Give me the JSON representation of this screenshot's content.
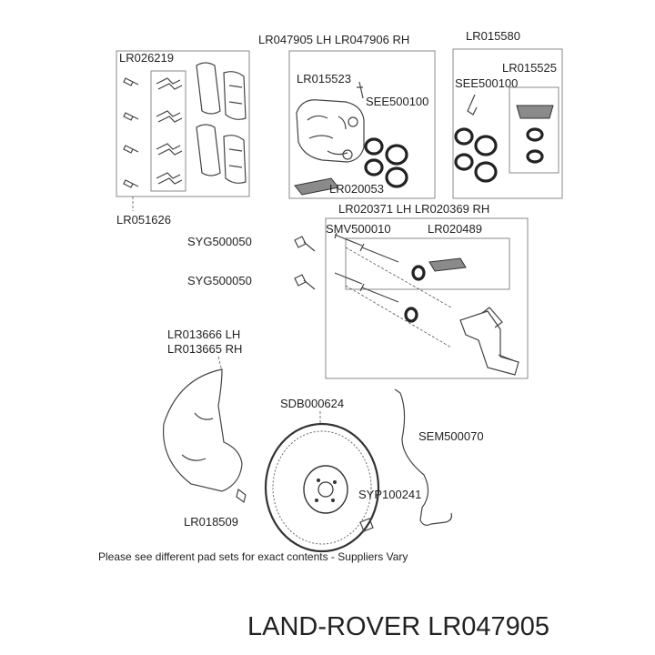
{
  "labels": {
    "pad_set_top": "LR026219",
    "pad_set_bottom": "LR051626",
    "caliper_lh_rh": "LR047905 LH LR047906 RH",
    "bleed_screw": "LR015523",
    "see_500100_a": "SEE500100",
    "pad_lr020053": "LR020053",
    "seal_kit": "LR015580",
    "boot_kit": "LR015525",
    "see_500100_b": "SEE500100",
    "carrier_lh_rh": "LR020371 LH LR020369 RH",
    "guide_pin_bolt": "SMV500010",
    "guide_boot": "LR020489",
    "bolt_upper": "SYG500050",
    "bolt_lower": "SYG500050",
    "shield_lh": "LR013666 LH",
    "shield_rh": "LR013665 RH",
    "disc": "SDB000624",
    "sensor": "SEM500070",
    "disc_screw": "SYP100241",
    "shield_bolt": "LR018509"
  },
  "footnote": "Please see different pad sets for exact contents - Suppliers Vary",
  "brand_line": "LAND-ROVER LR047905",
  "colors": {
    "line": "#444444",
    "box": "#888888",
    "metal": "#8a8a8a",
    "text": "#222222"
  }
}
